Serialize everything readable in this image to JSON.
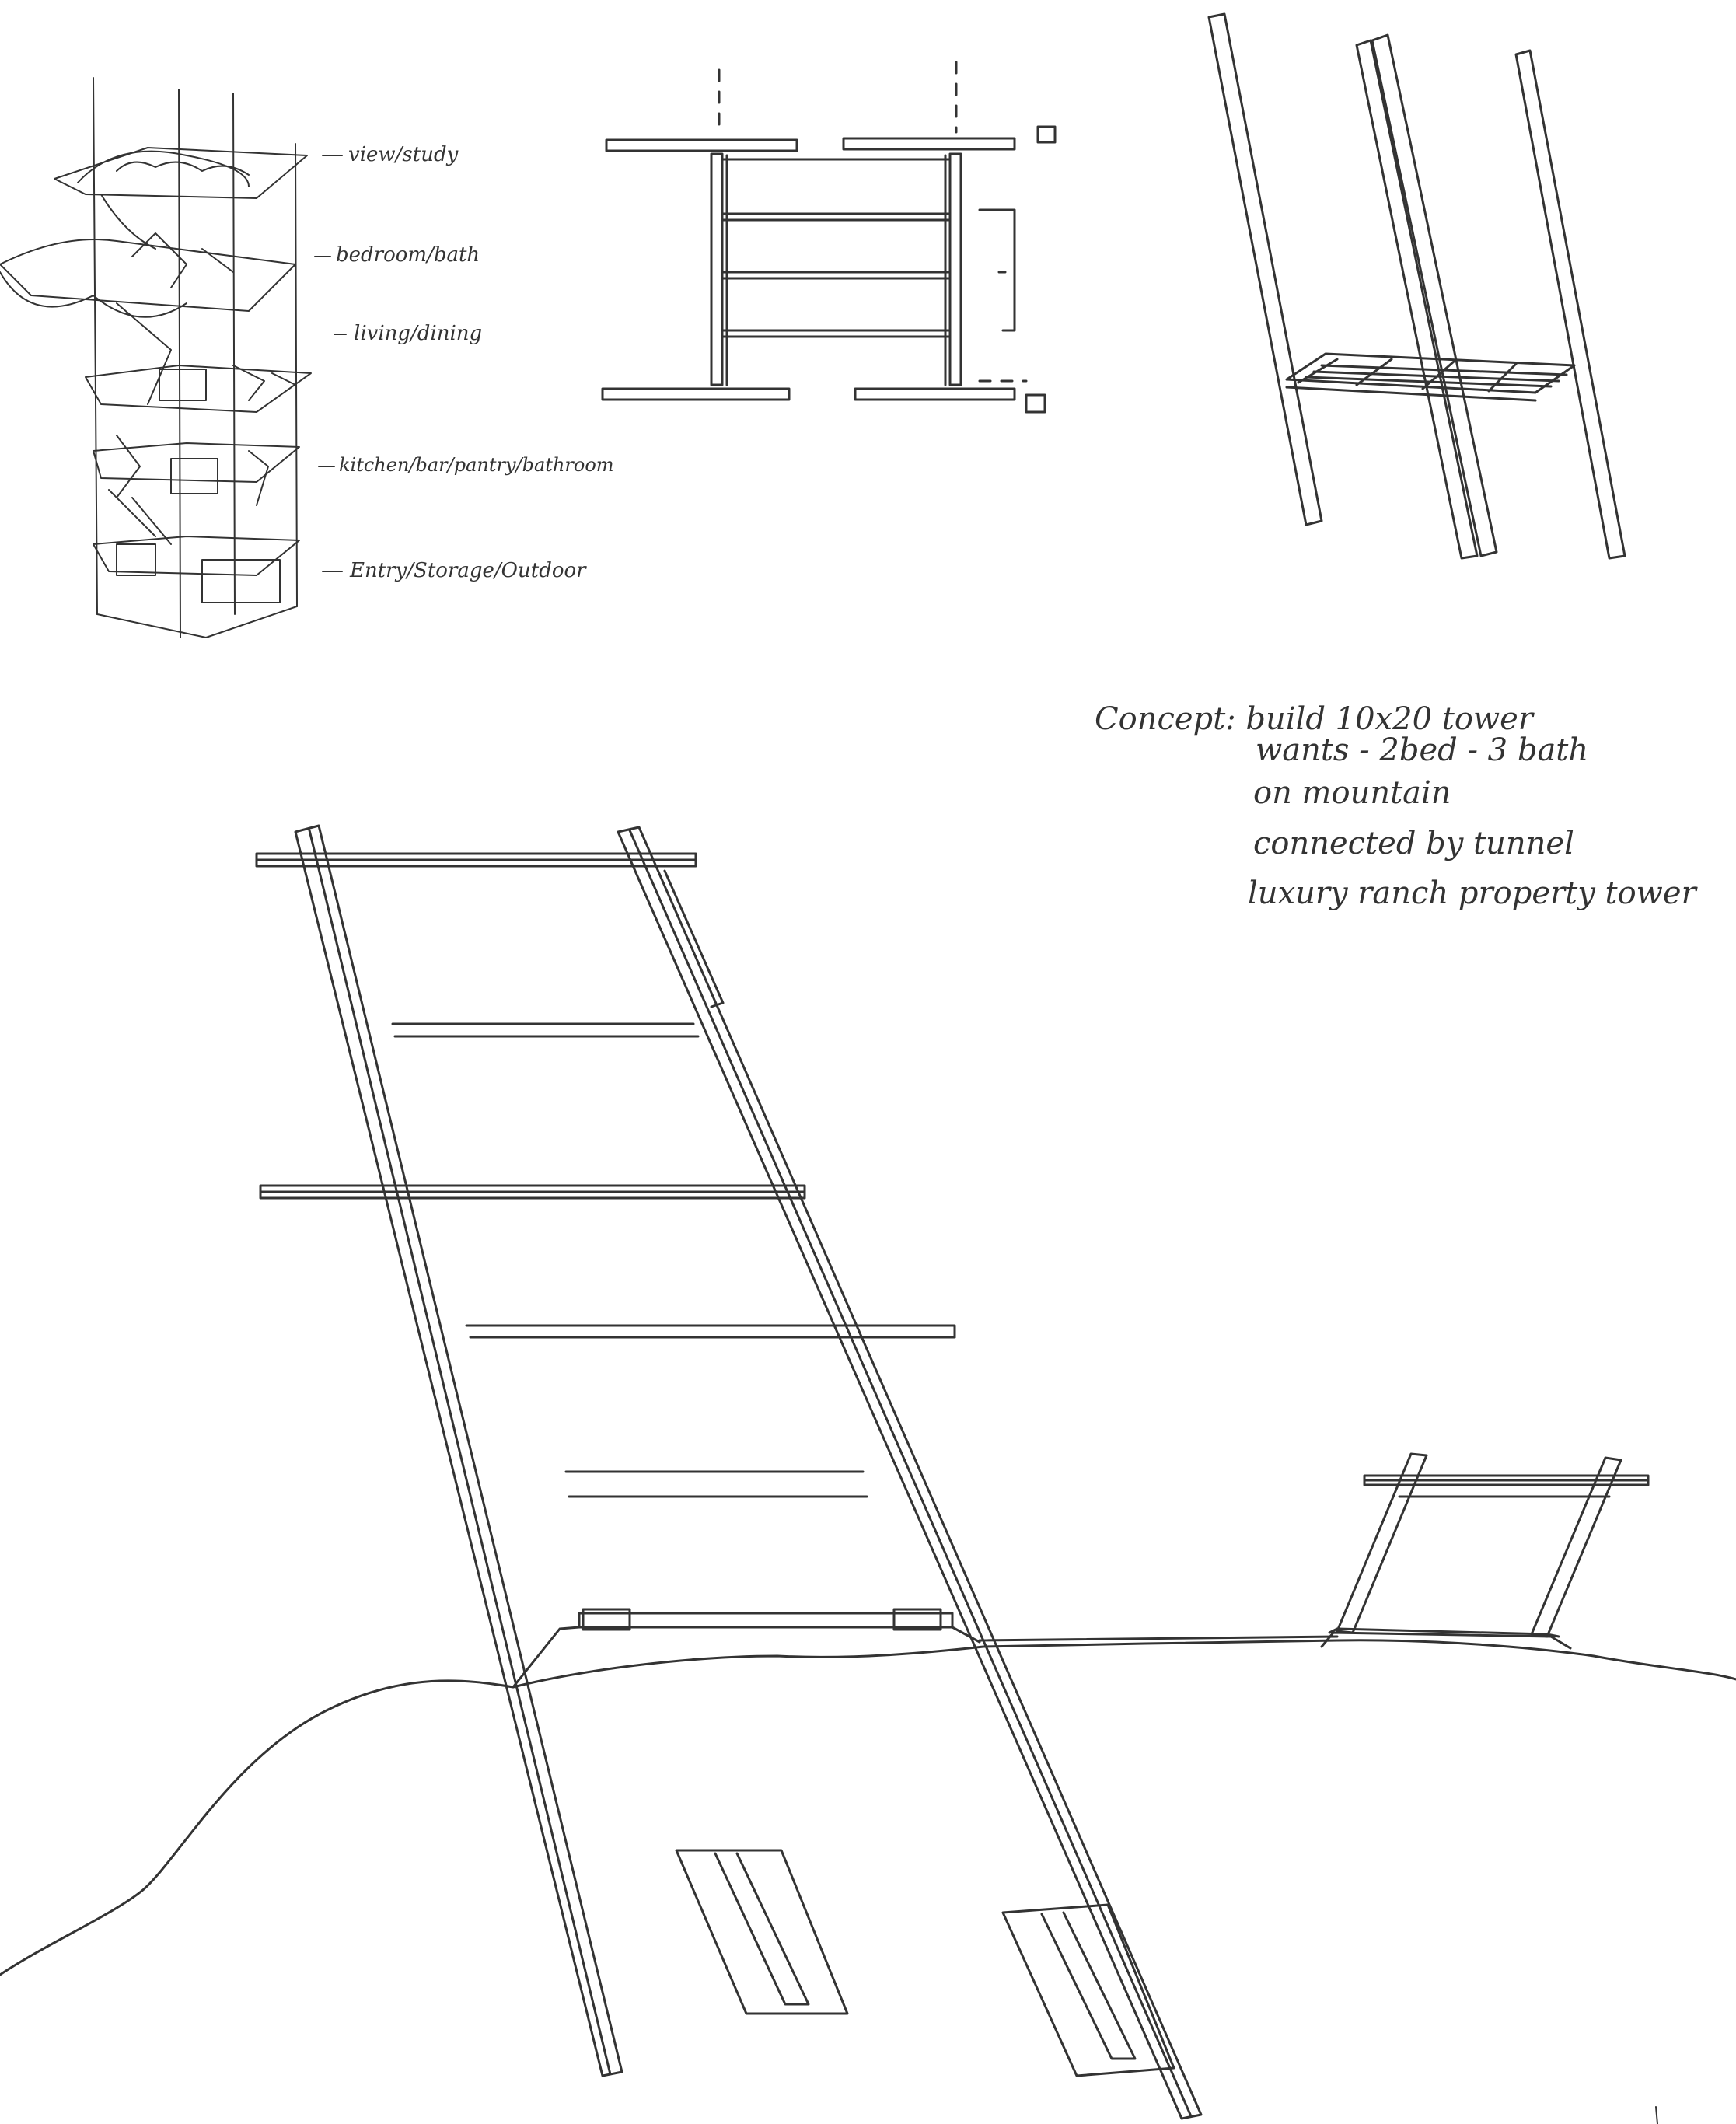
{
  "colors": {
    "ink": "#333333",
    "paper": "#ffffff"
  },
  "stack_labels": [
    "view/study",
    "bedroom/bath",
    "living/dining",
    "kitchen/bar/pantry/bathroom",
    "Entry/Storage/Outdoor"
  ],
  "concept_note": {
    "lines": [
      "Concept: build 10x20 tower",
      "wants - 2bed - 3 bath",
      "on mountain",
      "connected by tunnel",
      "luxury ranch property tower"
    ]
  }
}
